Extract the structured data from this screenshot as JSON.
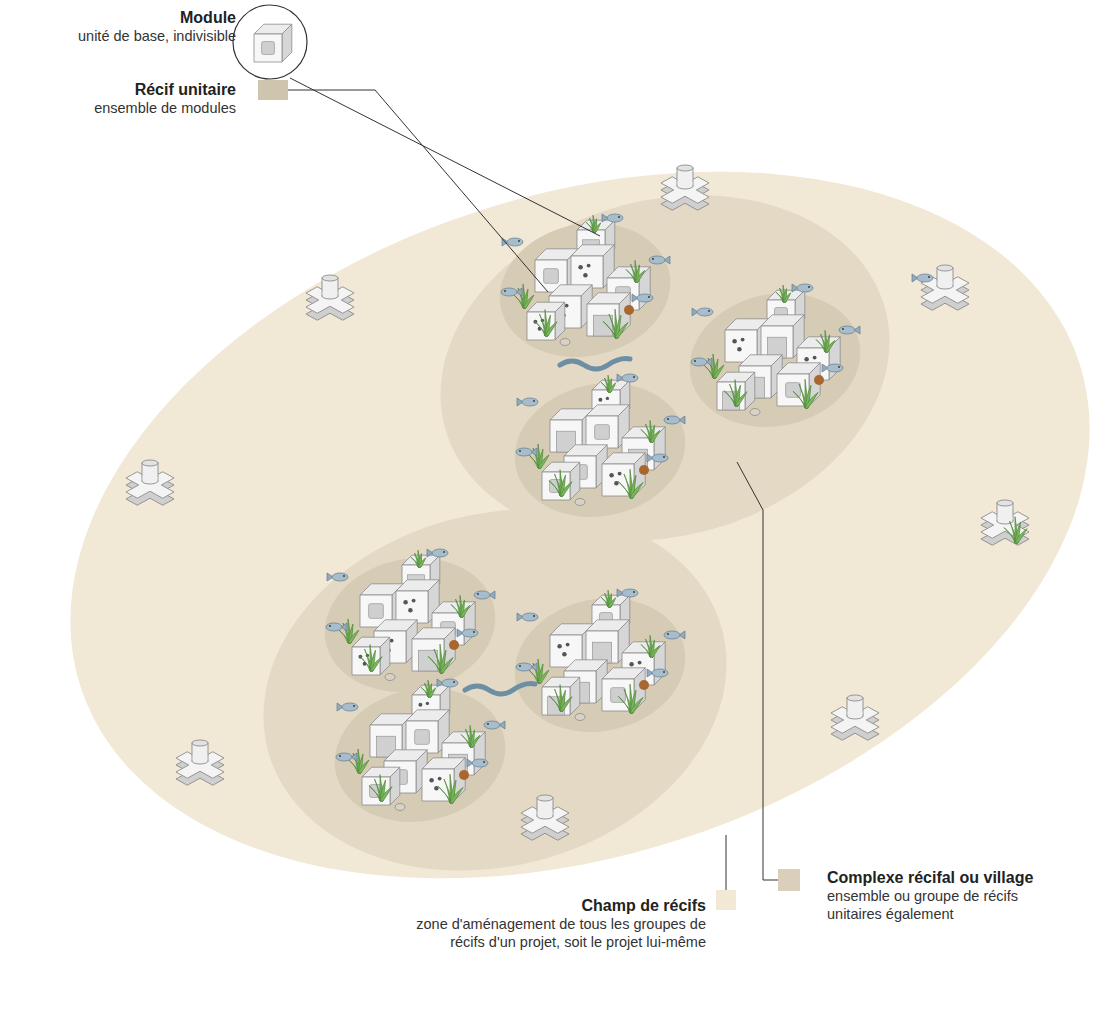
{
  "diagram": {
    "nodes": [
      {
        "text": [
          "Module",
          "unité de base, indivisible"
        ]
      },
      {
        "text": [
          "Récif unitaire",
          "ensemble de modules"
        ]
      },
      {
        "text": [
          "Complexe récifal ou village",
          "ensemble ou groupe de récifs unitaires également"
        ]
      },
      {
        "text": [
          "Champ de récifs",
          "zone d'aménagement de tous les groupes de récifs d'un projet, soit le projet lui-même"
        ]
      }
    ]
  }
}
